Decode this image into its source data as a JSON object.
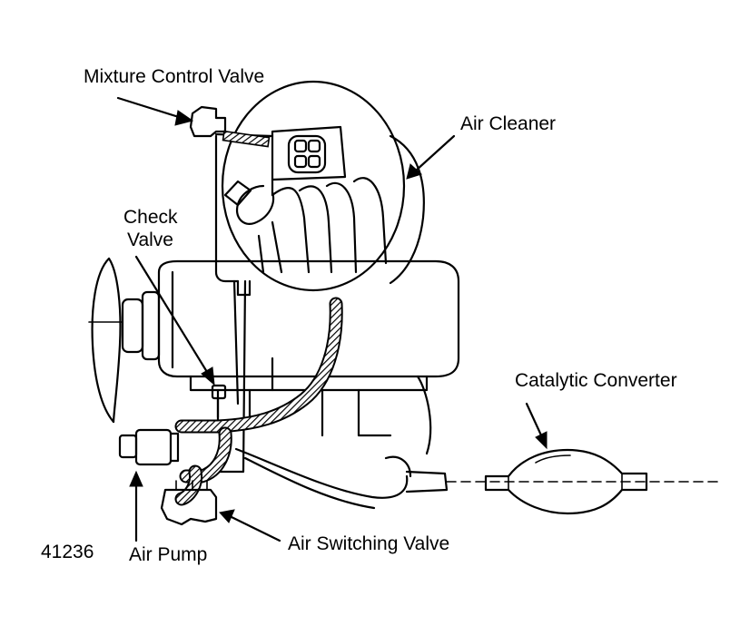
{
  "labels": {
    "mixture_control_valve": "Mixture Control Valve",
    "air_cleaner": "Air Cleaner",
    "check_valve_line1": "Check",
    "check_valve_line2": "Valve",
    "catalytic_converter": "Catalytic Converter",
    "air_pump": "Air Pump",
    "air_switching_valve": "Air Switching Valve",
    "figure_number": "41236"
  }
}
